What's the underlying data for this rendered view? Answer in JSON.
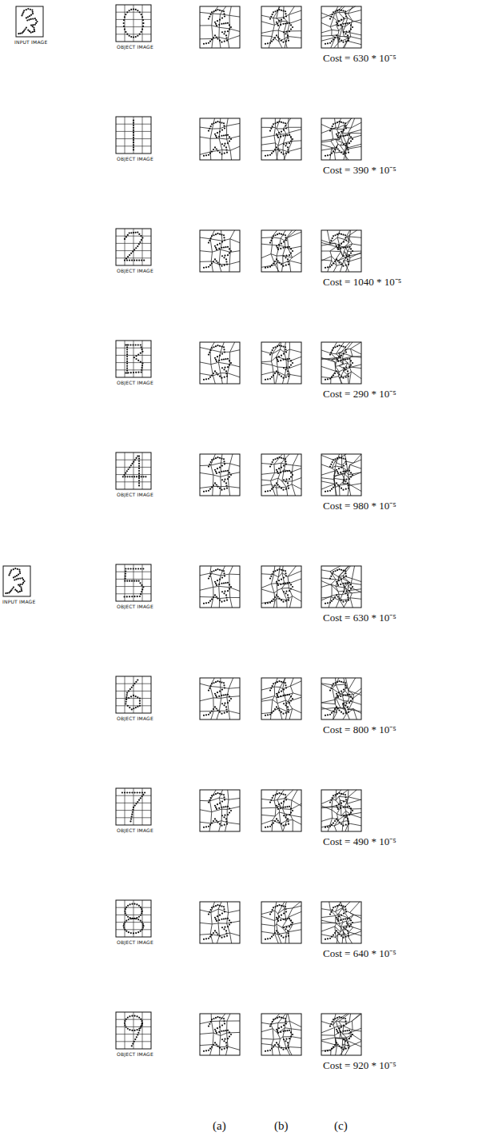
{
  "diagram": {
    "labels": [
      "INPUT IMAGE",
      "OBJECT IMAGE",
      "Cost = 630 * 10⁻⁵",
      "OBJECT IMAGE",
      "Cost = 390 * 10⁻⁵",
      "OBJECT IMAGE",
      "Cost = 1040 * 10⁻⁵",
      "OBJECT IMAGE",
      "Cost = 290 * 10⁻⁵",
      "OBJECT IMAGE",
      "Cost = 980 * 10⁻⁵",
      "INPUT IMAGE",
      "OBJECT IMAGE",
      "Cost = 630 * 10⁻⁵",
      "OBJECT IMAGE",
      "Cost = 800 * 10⁻⁵",
      "OBJECT IMAGE",
      "Cost = 490 * 10⁻⁵",
      "OBJECT IMAGE",
      "Cost = 640 * 10⁻⁵",
      "OBJECT IMAGE",
      "Cost = 920 * 10⁻⁵",
      "(a)",
      "(b)",
      "(c)"
    ]
  }
}
